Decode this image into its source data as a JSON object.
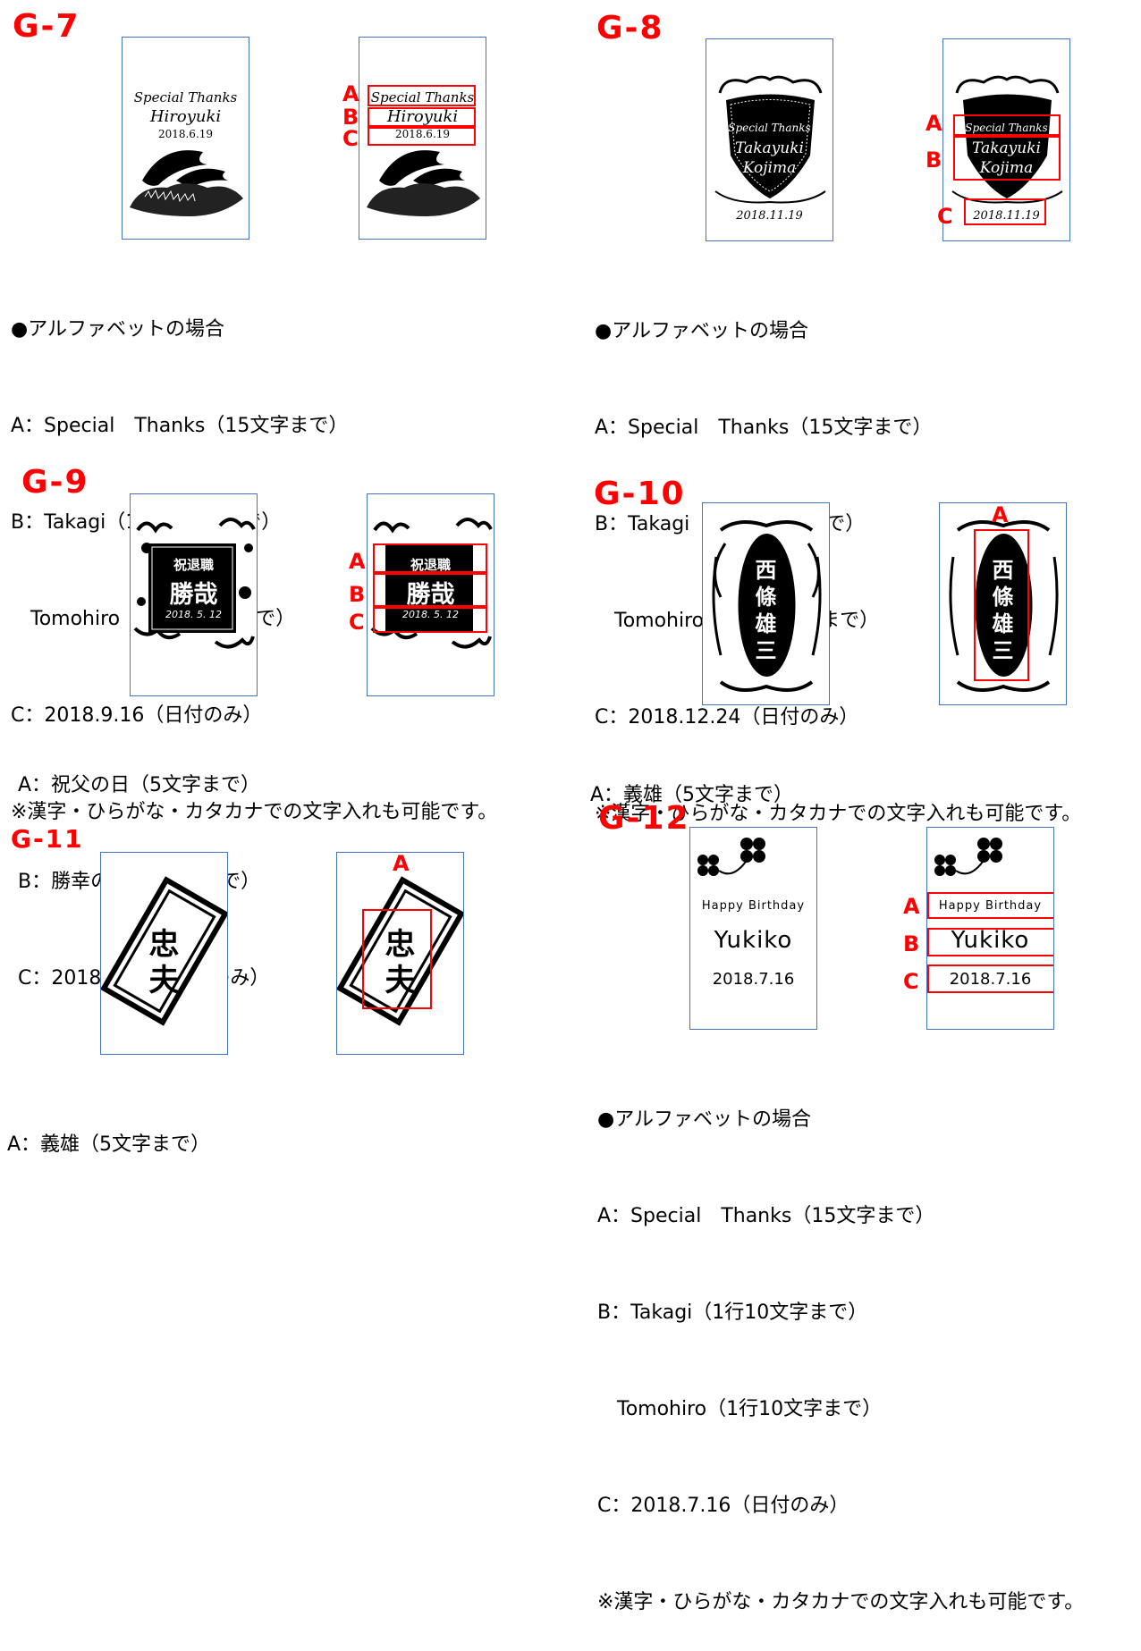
{
  "colors": {
    "accent": "#ff0000",
    "card_border": "#4472c4"
  },
  "sections": {
    "g7": {
      "title": "G-7",
      "card": {
        "line1": "Special Thanks",
        "line2": "Hiroyuki",
        "line3": "2018.6.19"
      },
      "labels": [
        "A",
        "B",
        "C"
      ],
      "desc": [
        "●アルファベットの場合",
        "A：Special　Thanks（15文字まで）",
        "B：Takagi（1行10文字まで）",
        "　Tomohiro（1行10文字まで）",
        "C：2018.9.16（日付のみ）",
        "※漢字・ひらがな・カタカナでの文字入れも可能です。"
      ]
    },
    "g8": {
      "title": "G-8",
      "card": {
        "line1": "Special Thanks",
        "line2": "Takayuki",
        "line3": "Kojima",
        "line4": "2018.11.19"
      },
      "labels": [
        "A",
        "B",
        "C"
      ],
      "desc": [
        "●アルファベットの場合",
        "A：Special　Thanks（15文字まで）",
        "B：Takagi（1行10文字まで）",
        "　Tomohiro（1行10文字まで）",
        "C：2018.12.24（日付のみ）",
        "※漢字・ひらがな・カタカナでの文字入れも可能です。"
      ]
    },
    "g9": {
      "title": "G-9",
      "card": {
        "line1": "祝退職",
        "line2": "勝哉",
        "line3": "2018. 5. 12"
      },
      "labels": [
        "A",
        "B",
        "C"
      ],
      "desc": [
        "A：祝父の日（5文字まで）",
        "B：勝幸の酒（5文字まで）",
        "C：2018.7.31（日付のみ）"
      ]
    },
    "g10": {
      "title": "G-10",
      "card": {
        "chars": [
          "西",
          "條",
          "雄",
          "三"
        ]
      },
      "labels": [
        "A"
      ],
      "desc": [
        "A：義雄（5文字まで）"
      ]
    },
    "g11": {
      "title": "G-11",
      "card": {
        "chars": [
          "忠",
          "夫"
        ]
      },
      "labels": [
        "A"
      ],
      "desc": [
        "A：義雄（5文字まで）"
      ]
    },
    "g12": {
      "title": "G-12",
      "card": {
        "line1": "Happy Birthday",
        "line2": "Yukiko",
        "line3": "2018.7.16"
      },
      "labels": [
        "A",
        "B",
        "C"
      ],
      "desc": [
        "●アルファベットの場合",
        "A：Special　Thanks（15文字まで）",
        "B：Takagi（1行10文字まで）",
        "　Tomohiro（1行10文字まで）",
        "C：2018.7.16（日付のみ）",
        "※漢字・ひらがな・カタカナでの文字入れも可能です。"
      ]
    }
  }
}
